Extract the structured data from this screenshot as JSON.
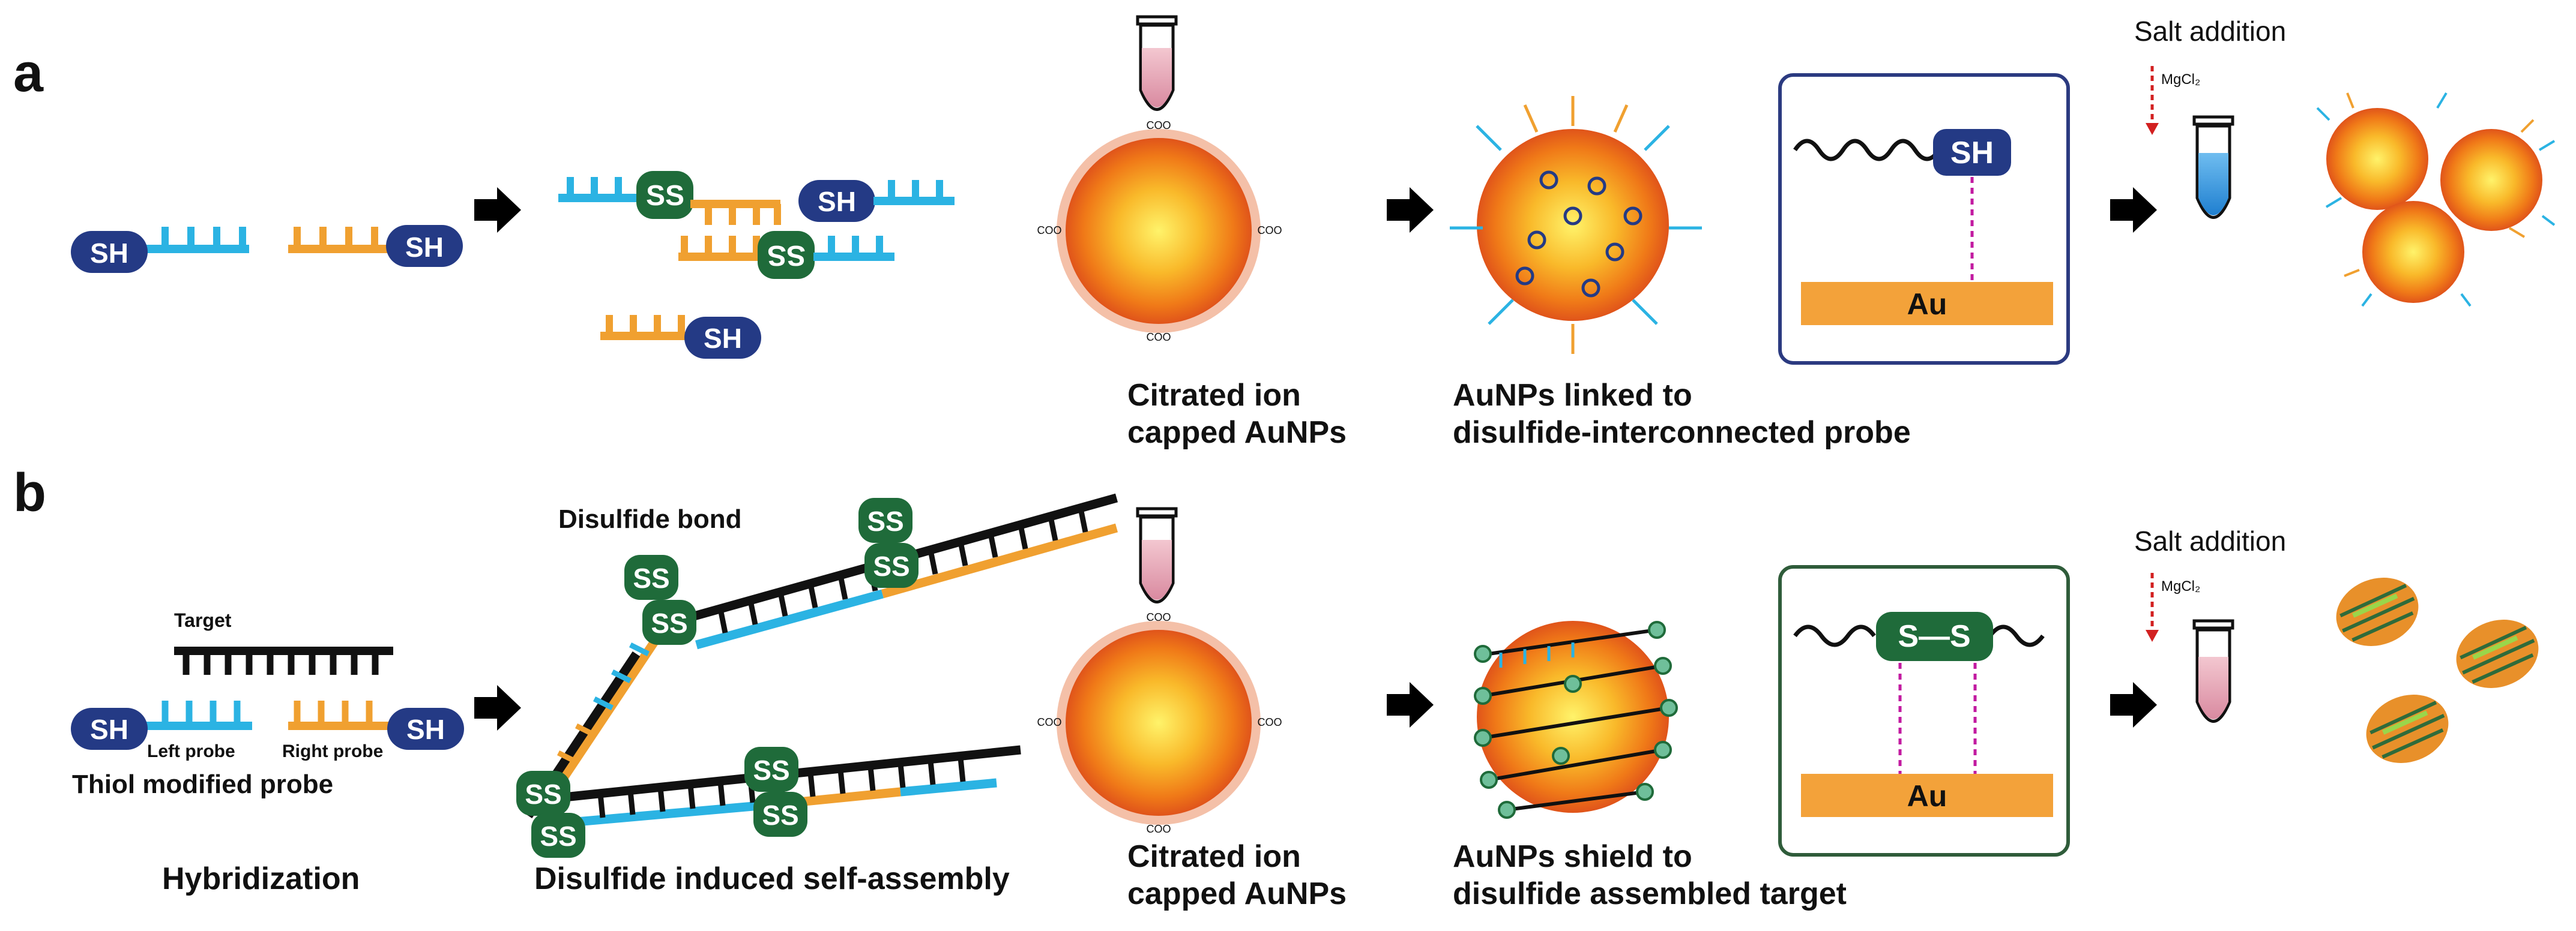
{
  "panels": {
    "a": {
      "letter": "a",
      "sh": "SH",
      "ss": "SS",
      "cap_label_1": "Citrated ion",
      "cap_label_2": "capped AuNPs",
      "linked_label_1": "AuNPs linked to",
      "linked_label_2": "disulfide-interconnected probe",
      "inset_group": "SH",
      "inset_surface": "Au",
      "salt_title": "Salt addition",
      "salt_reagent": "MgCl₂",
      "citrate": "COO"
    },
    "b": {
      "letter": "b",
      "sh": "SH",
      "ss": "SS",
      "target_label": "Target",
      "left_probe": "Left probe",
      "right_probe": "Right probe",
      "thiol_label": "Thiol modified probe",
      "disulfide_bond": "Disulfide bond",
      "step1": "Hybridization",
      "step2": "Disulfide induced self-assembly",
      "cap_label_1": "Citrated ion",
      "cap_label_2": "capped AuNPs",
      "shield_label_1": "AuNPs shield to",
      "shield_label_2": "disulfide assembled target",
      "inset_group": "S—S",
      "inset_surface": "Au",
      "salt_title": "Salt addition",
      "salt_reagent": "MgCl₂",
      "citrate": "COO"
    }
  },
  "colors": {
    "sh_badge": "#243a85",
    "ss_badge": "#1f6b3a",
    "left_probe": "#2bb3e3",
    "right_probe": "#f0a030",
    "target": "#111111",
    "au_surface": "#f3a23a",
    "tube_pink": "#e7a6b5",
    "tube_blue": "#3d9be0",
    "salt_arrow": "#d22020",
    "np_core": "#f7b62c",
    "np_edge": "#e85a10"
  }
}
